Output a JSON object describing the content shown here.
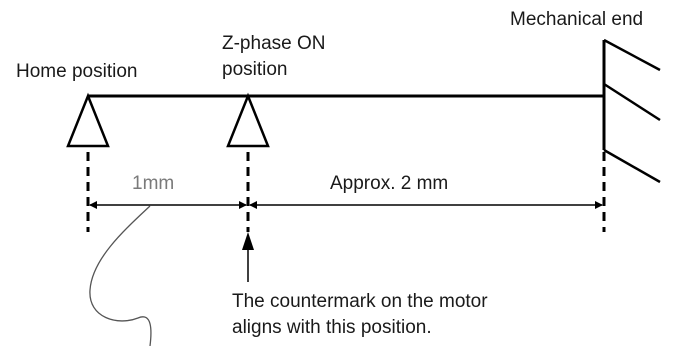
{
  "labels": {
    "mechanical_end": "Mechanical end",
    "z_phase_line1": "Z-phase ON",
    "z_phase_line2": "position",
    "home_position": "Home position",
    "dim_1mm": "1mm",
    "dim_approx": "Approx. 2 mm",
    "note_line1": "The countermark on the motor",
    "note_line2": "aligns with this position."
  }
}
